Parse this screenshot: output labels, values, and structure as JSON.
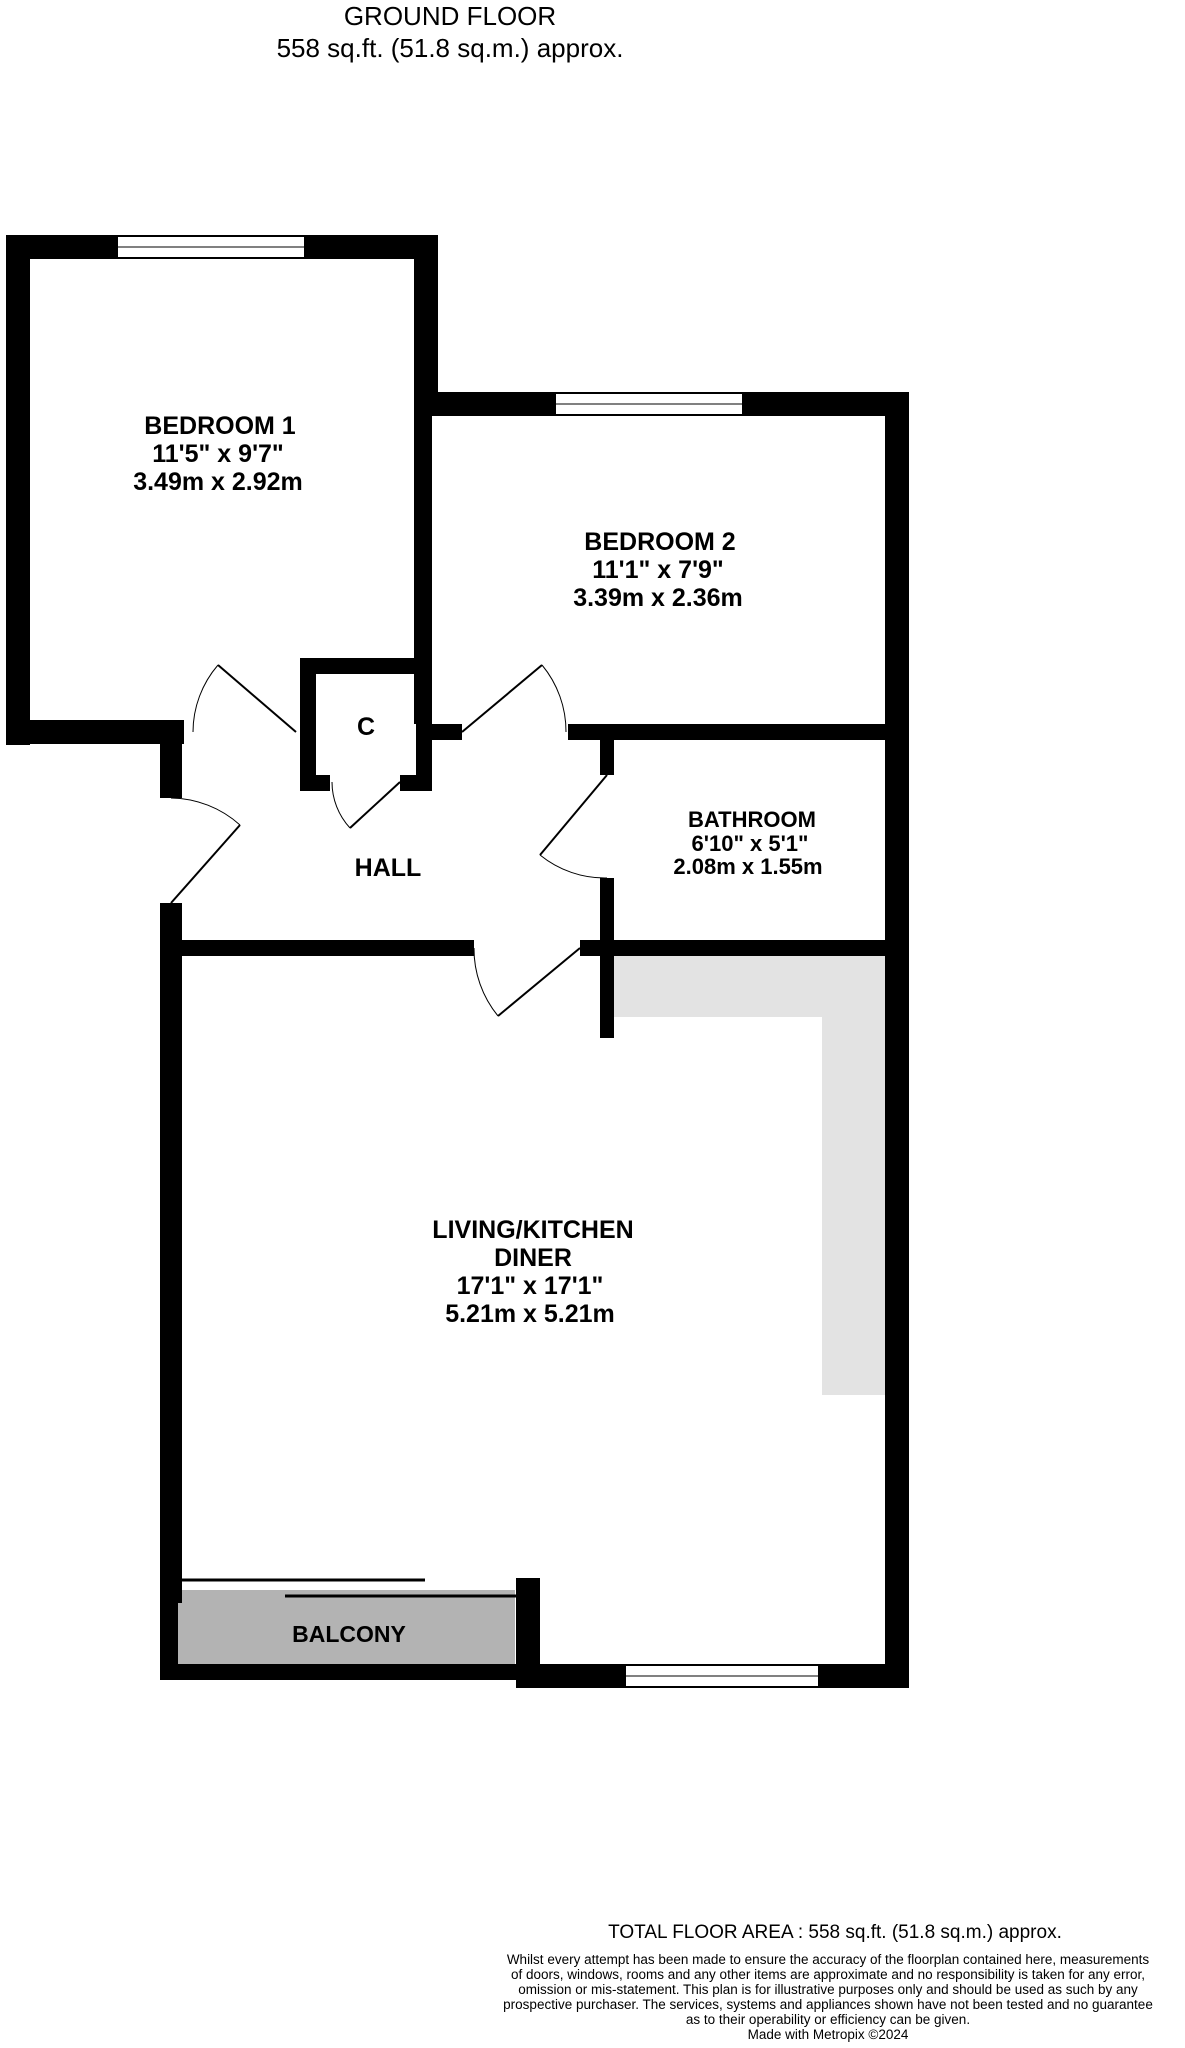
{
  "header": {
    "floor_name": "GROUND FLOOR",
    "floor_area": "558 sq.ft. (51.8 sq.m.) approx."
  },
  "rooms": {
    "bedroom1": {
      "name": "BEDROOM 1",
      "imperial": "11'5\"  x 9'7\"",
      "metric": "3.49m  x 2.92m"
    },
    "bedroom2": {
      "name": "BEDROOM 2",
      "imperial": "11'1\"  x 7'9\"",
      "metric": "3.39m  x 2.36m"
    },
    "cupboard": {
      "name": "C"
    },
    "hall": {
      "name": "HALL"
    },
    "bathroom": {
      "name": "BATHROOM",
      "imperial": "6'10\"  x 5'1\"",
      "metric": "2.08m  x 1.55m"
    },
    "living": {
      "name_line1": "LIVING/KITCHEN",
      "name_line2": "DINER",
      "imperial": "17'1\"  x 17'1\"",
      "metric": "5.21m  x 5.21m"
    },
    "balcony": {
      "name": "BALCONY"
    }
  },
  "colors": {
    "wall": "#000000",
    "kitchen_units": "#e3e3e3",
    "balcony_fill": "#b3b3b3",
    "window": "#ffffff"
  },
  "footer": {
    "total_area": "TOTAL FLOOR AREA : 558 sq.ft. (51.8 sq.m.) approx.",
    "disclaimer_lines": [
      "Whilst every attempt has been made to ensure the accuracy of the floorplan contained here, measurements",
      "of doors, windows, rooms and any other items are approximate and no responsibility is taken for any error,",
      "omission or mis-statement. This plan is for illustrative purposes only and should be used as such by any",
      "prospective purchaser. The services, systems and appliances shown have not been tested and no guarantee",
      "as to their operability or efficiency can be given.",
      "Made with Metropix ©2024"
    ]
  }
}
